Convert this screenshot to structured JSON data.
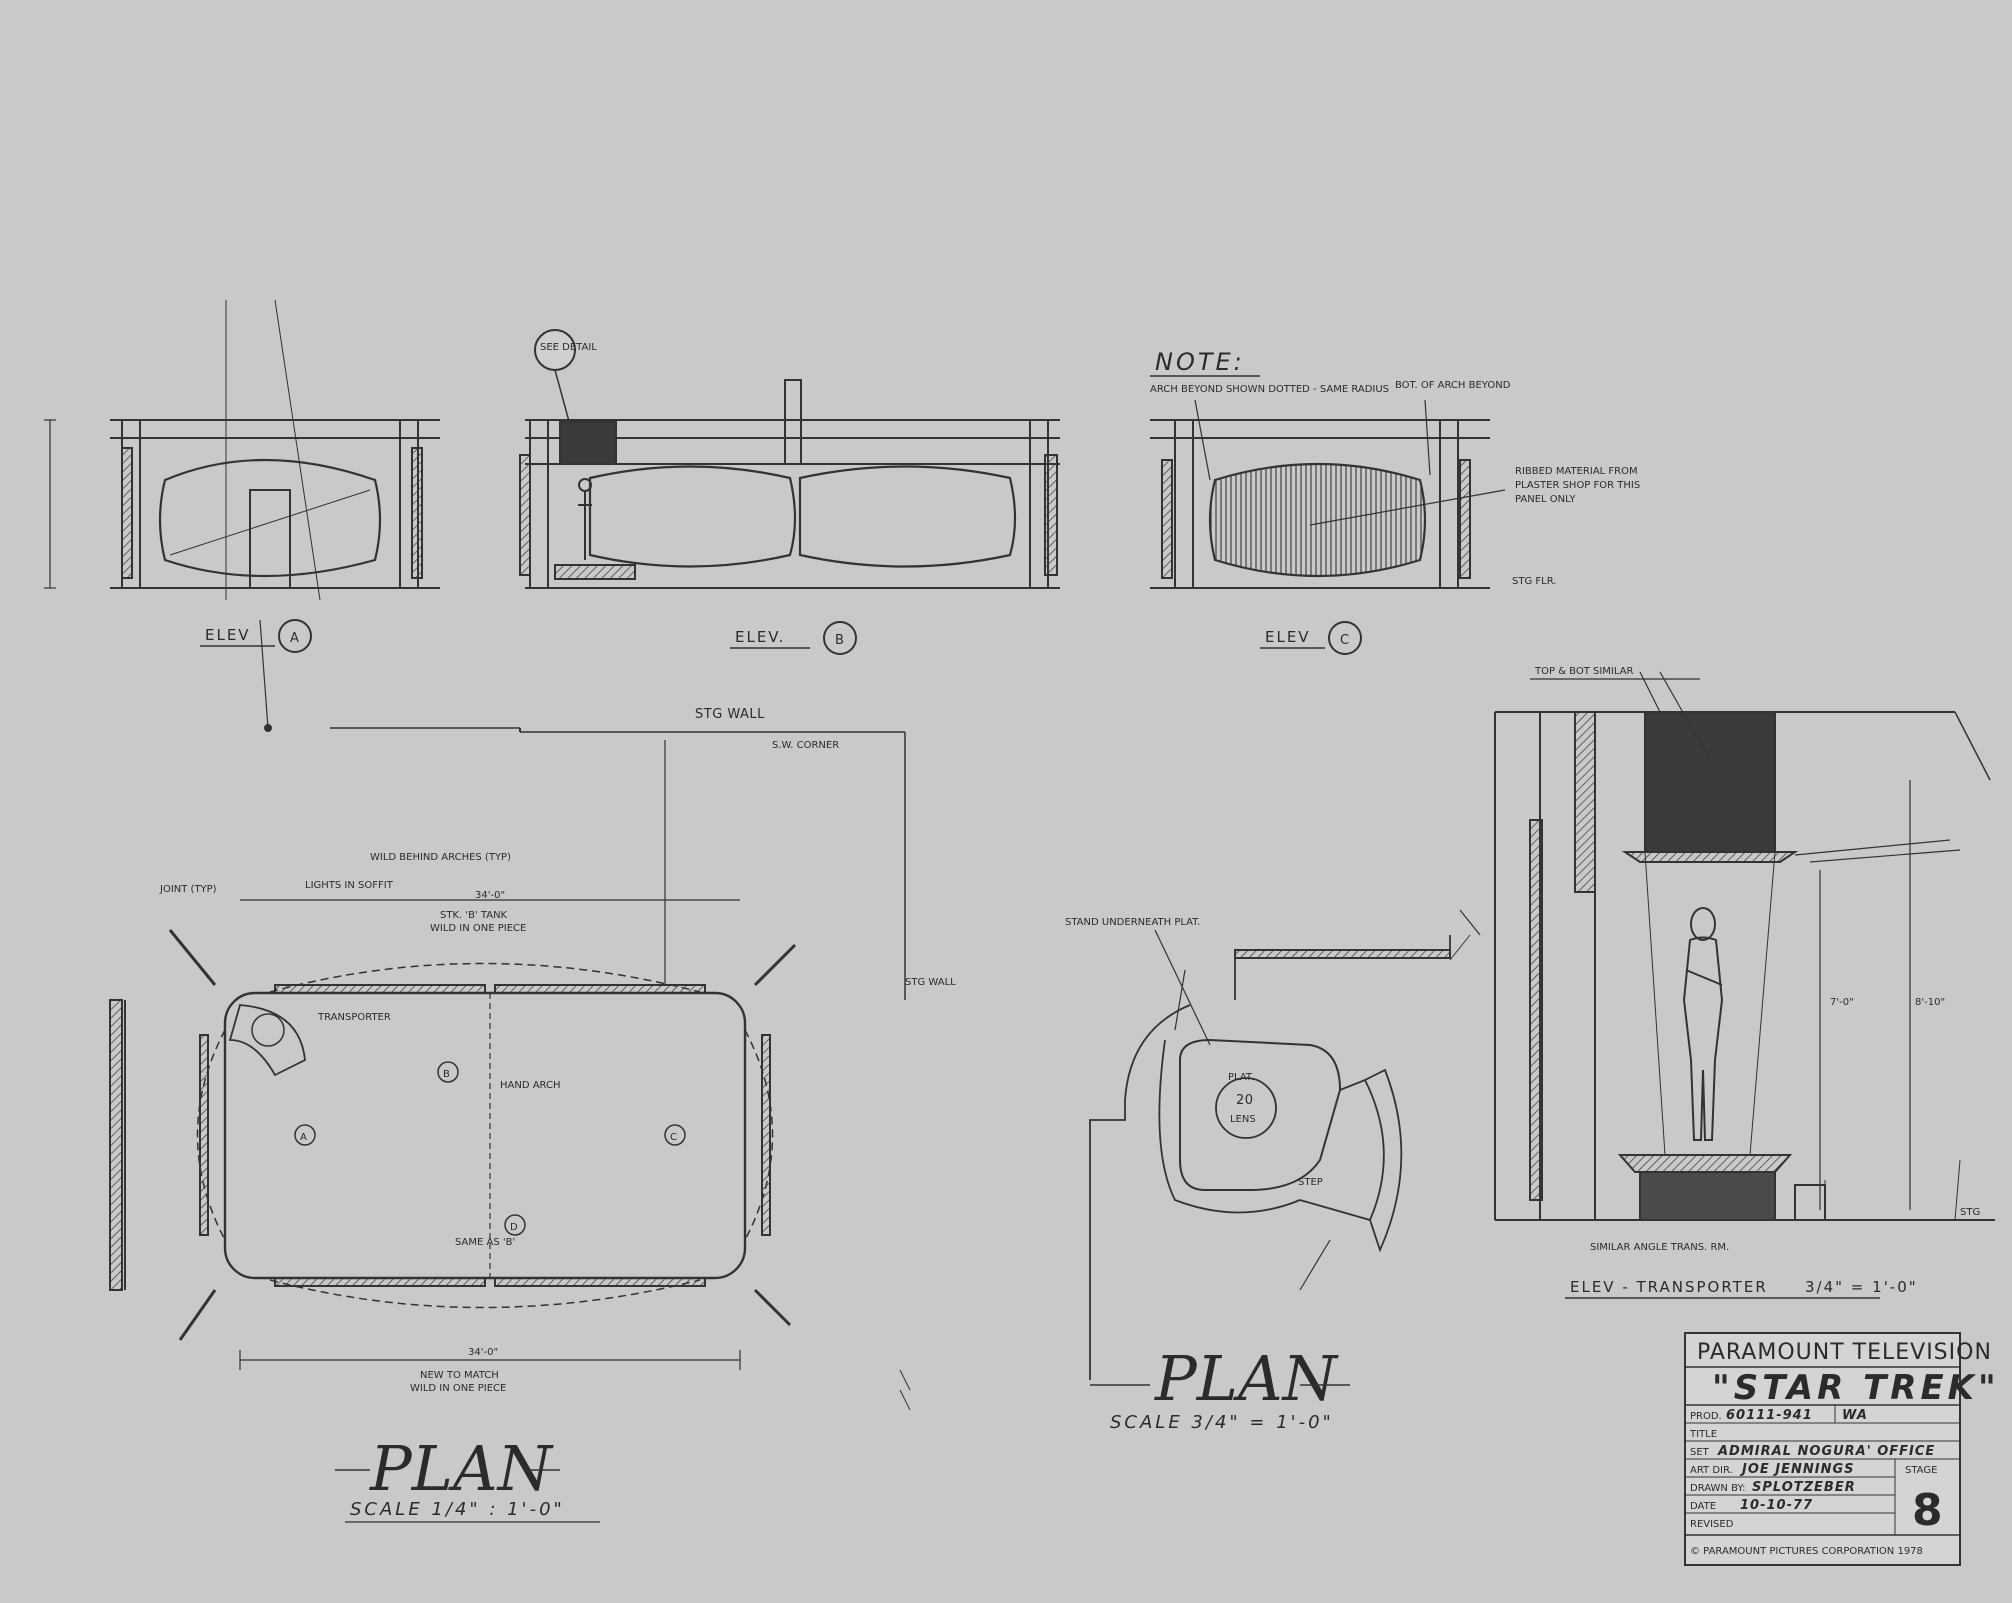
{
  "notes": {
    "note_title": "NOTE:",
    "arch_beyond": "ARCH BEYOND SHOWN DOTTED - SAME RADIUS",
    "bot_of_arch": "BOT. OF ARCH BEYOND",
    "ribbed_material_1": "RIBBED MATERIAL FROM",
    "ribbed_material_2": "PLASTER SHOP FOR THIS",
    "ribbed_material_3": "PANEL ONLY",
    "stg_flr": "STG FLR.",
    "see_detail": "SEE DETAIL"
  },
  "elevations": {
    "a": "ELEV",
    "a_letter": "A",
    "b": "ELEV.",
    "b_letter": "B",
    "c": "ELEV",
    "c_letter": "C"
  },
  "plan_left": {
    "stg_wall_top": "STG WALL",
    "sw_corner": "S.W. CORNER",
    "wild_behind_arches": "WILD BEHIND ARCHES (TYP)",
    "joint_typ": "JOINT (TYP)",
    "lights_in_soffit": "LIGHTS IN SOFFIT",
    "dim_34": "34'-0\"",
    "stk_tank": "STK. 'B' TANK",
    "wild_one_piece": "WILD IN ONE PIECE",
    "transporter": "TRANSPORTER",
    "hand_arch": "HAND ARCH",
    "stg_wall_right": "STG WALL",
    "new_to_match": "NEW TO MATCH",
    "wild_one_piece_bottom": "WILD IN ONE PIECE",
    "same_as_b": "SAME AS 'B'",
    "dim_34_bottom": "34'-0\"",
    "marker_a": "A",
    "marker_b": "B",
    "marker_c": "C",
    "marker_d": "D",
    "plan_word": "PLAN",
    "scale": "SCALE 1/4\" : 1'-0\""
  },
  "plan_right": {
    "stand_underneath": "STAND UNDERNEATH PLAT.",
    "plat": "PLAT.",
    "lens_20": "20",
    "lens": "LENS",
    "step": "STEP",
    "plan_word": "PLAN",
    "scale": "SCALE 3/4\" = 1'-0\""
  },
  "transporter_elev": {
    "top_bot_similar": "TOP & BOT SIMILAR",
    "similar_angle": "SIMILAR ANGLE TRANS. RM.",
    "title": "ELEV - TRANSPORTER",
    "scale": "3/4\" = 1'-0\"",
    "dim_7": "7'-0\"",
    "dim_8_10": "8'-10\"",
    "stg": "STG"
  },
  "title_block": {
    "company": "PARAMOUNT TELEVISION",
    "show": "\"STAR TREK\"",
    "prod_label": "PROD.",
    "prod_value": "60111-941",
    "prod_suffix": "WA",
    "title_label": "TITLE",
    "set_label": "SET",
    "set_value": "ADMIRAL NOGURA' OFFICE",
    "art_dir_label": "ART DIR.",
    "art_dir_value": "JOE JENNINGS",
    "stage_label": "STAGE",
    "stage_value": "8",
    "drawn_by_label": "DRAWN BY:",
    "drawn_by_value": "SPLOTZEBER",
    "date_label": "DATE",
    "date_value": "10-10-77",
    "revised_label": "REVISED",
    "copyright": "© PARAMOUNT PICTURES CORPORATION 1978"
  }
}
